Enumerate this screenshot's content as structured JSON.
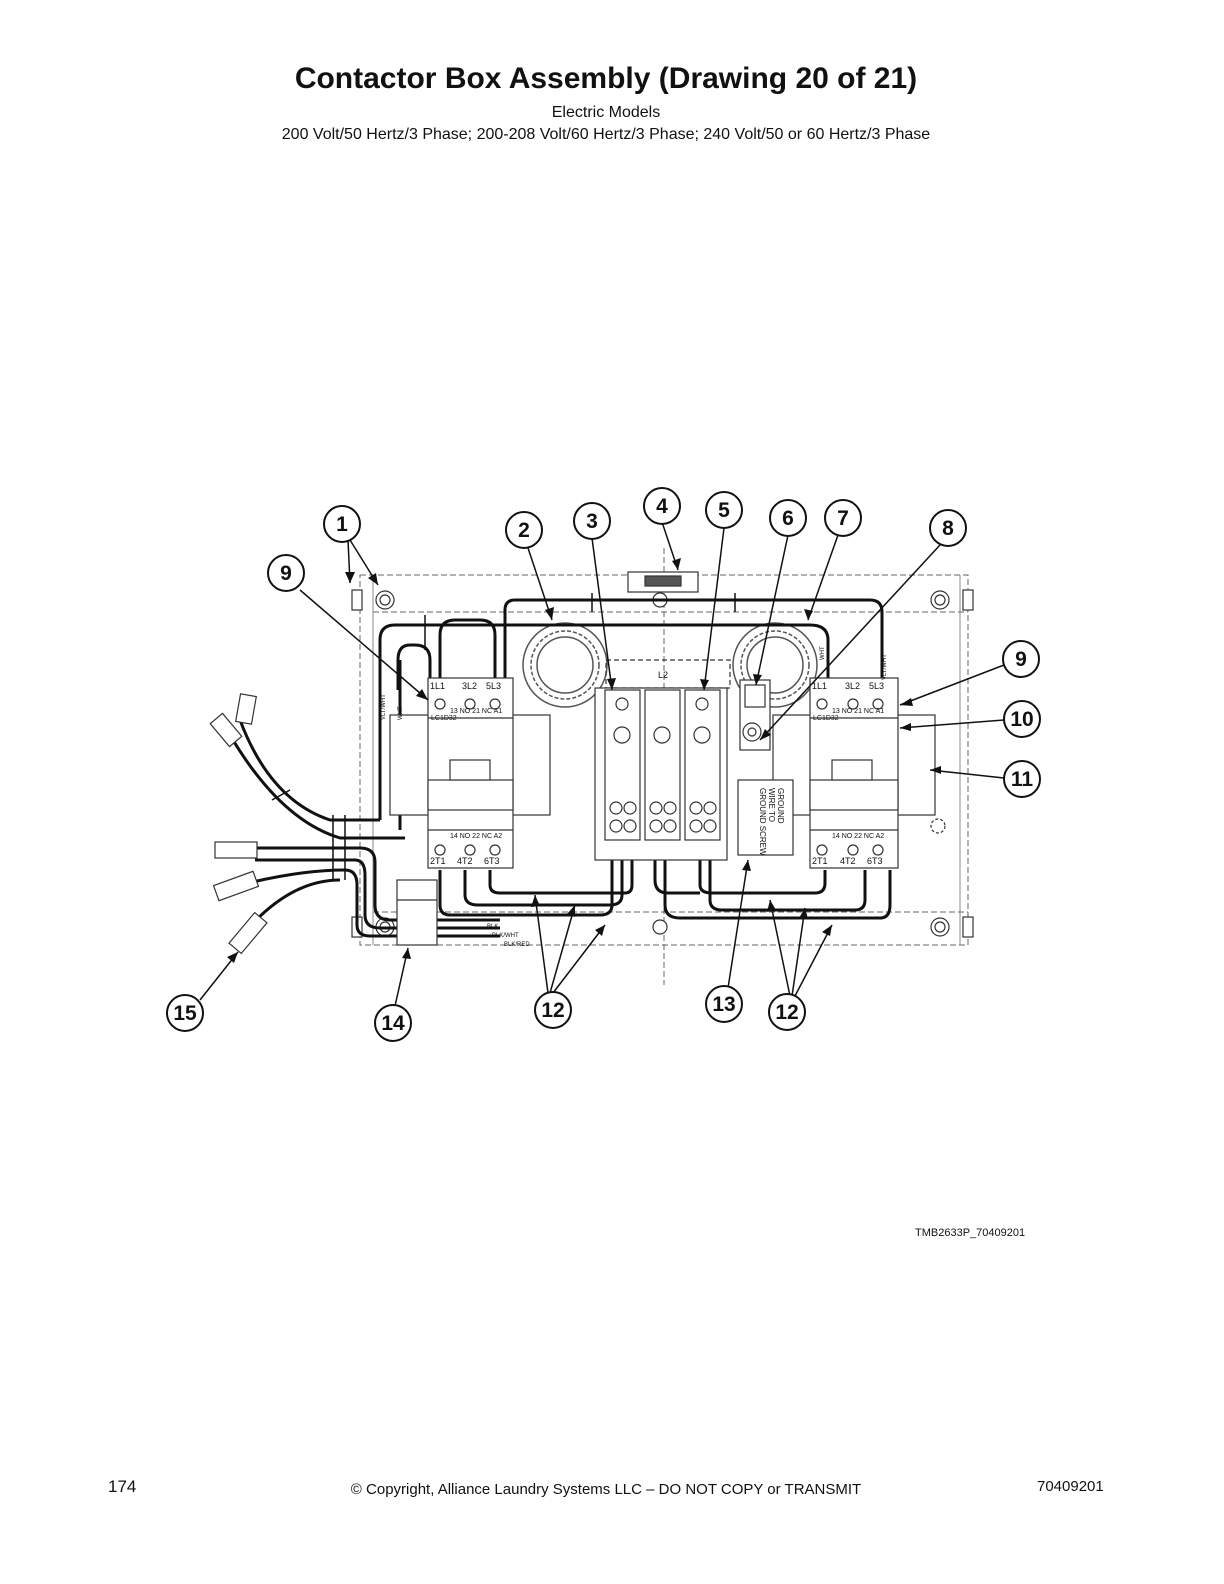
{
  "header": {
    "title": "Contactor Box Assembly (Drawing 20 of 21)",
    "subtitle": "Electric Models",
    "subtitle2": "200 Volt/50 Hertz/3 Phase; 200-208 Volt/60 Hertz/3 Phase; 240 Volt/50 or 60 Hertz/3 Phase"
  },
  "callouts": [
    "1",
    "2",
    "3",
    "4",
    "5",
    "6",
    "7",
    "8",
    "9",
    "9",
    "10",
    "11",
    "12",
    "12",
    "13",
    "14",
    "15"
  ],
  "contactor_labels": {
    "model": "LC1D32",
    "top_terminals": [
      "1L1",
      "3L2",
      "5L3"
    ],
    "aux_top": "13 NO 21 NC A1",
    "aux_bottom": "14 NO 22 NC A2",
    "bottom_terminals": [
      "2T1",
      "4T2",
      "6T3"
    ]
  },
  "terminal_label": "L2",
  "ground_label": [
    "GROUND",
    "WIRE TO",
    "GROUND SCREW"
  ],
  "wire_labels": {
    "vlt_wht": "VLT/WHT",
    "wht": "WHT",
    "blk": "BLK",
    "blk_wht": "BLK/WHT",
    "blk_red": "BLK/RED"
  },
  "drawing_id": "TMB2633P_70409201",
  "footer": {
    "page_number": "174",
    "copyright": "© Copyright, Alliance Laundry Systems LLC – DO NOT COPY or TRANSMIT",
    "doc_number": "70409201"
  }
}
